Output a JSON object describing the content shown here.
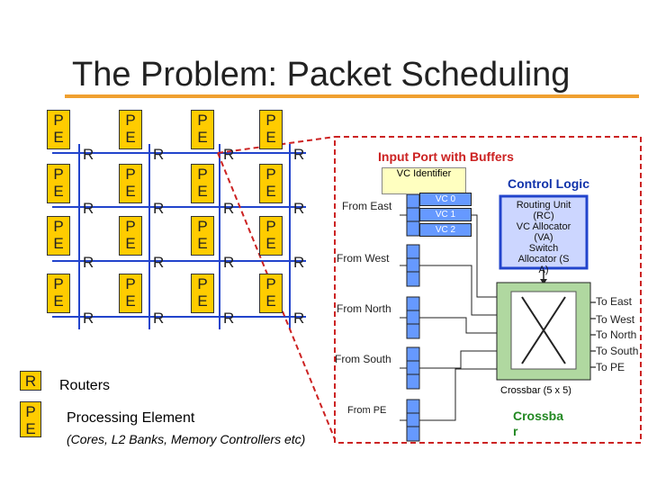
{
  "title": "The Problem: Packet Scheduling",
  "grid": {
    "pe_line1": "P",
    "pe_line2": "E",
    "router_label": "R"
  },
  "legend": {
    "router_symbol": "R",
    "router_text": "Routers",
    "pe_symbol_line1": "P",
    "pe_symbol_line2": "E",
    "pe_text": "Processing Element",
    "pe_subtext": "(Cores, L2 Banks, Memory Controllers etc)"
  },
  "router_detail": {
    "input_port_title": "Input Port with Buffers",
    "vc_identifier": "VC Identifier",
    "vcs": [
      "VC 0",
      "VC 1",
      "VC 2"
    ],
    "inputs": [
      "From East",
      "From West",
      "From North",
      "From South",
      "From PE"
    ],
    "control_logic_title": "Control Logic",
    "control_items": [
      "Routing Unit",
      "(RC)",
      "VC Allocator",
      "(VA)",
      "Switch",
      "Allocator (S",
      "A)"
    ],
    "outputs": [
      "To East",
      "To West",
      "To North",
      "To South",
      "To PE"
    ],
    "crossbar_label": "Crossbar (5 x 5)",
    "crossbar_caption": "Crossba\nr"
  },
  "colors": {
    "pe_fill": "#ffcc00",
    "link_blue": "#2244cc",
    "vc_blue": "#6699ff",
    "highlight_red": "#cc2222",
    "control_fill": "#ccd6ff",
    "crossbar_green": "#b0d8a0",
    "accent_orange": "#f0a030"
  }
}
